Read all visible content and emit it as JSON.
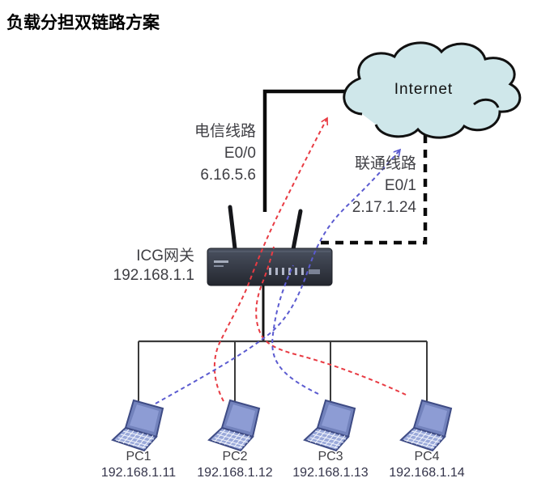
{
  "title": "负载分担双链路方案",
  "cloud": {
    "label": "Internet"
  },
  "links": {
    "telecom": {
      "name": "电信线路",
      "interface": "E0/0",
      "ip": "6.16.5.6"
    },
    "unicom": {
      "name": "联通线路",
      "interface": "E0/1",
      "ip": "2.17.1.24"
    }
  },
  "gateway": {
    "name": "ICG网关",
    "ip": "192.168.1.1"
  },
  "pcs": [
    {
      "name": "PC1",
      "ip": "192.168.1.11"
    },
    {
      "name": "PC2",
      "ip": "192.168.1.12"
    },
    {
      "name": "PC3",
      "ip": "192.168.1.13"
    },
    {
      "name": "PC4",
      "ip": "192.168.1.14"
    }
  ],
  "flows": {
    "telecom": {
      "color": "#e83b43",
      "style": "dashed",
      "pcs": [
        "PC2",
        "PC4"
      ]
    },
    "unicom": {
      "color": "#5b5bd0",
      "style": "dashed",
      "pcs": [
        "PC1",
        "PC3"
      ]
    }
  },
  "colors": {
    "telecom_flow": "#e83b43",
    "unicom_flow": "#5b5bd0",
    "cloud_fill": "#cfe7ea",
    "line_black": "#0b0b0b",
    "laptop_blue": "#8d9cd4"
  }
}
